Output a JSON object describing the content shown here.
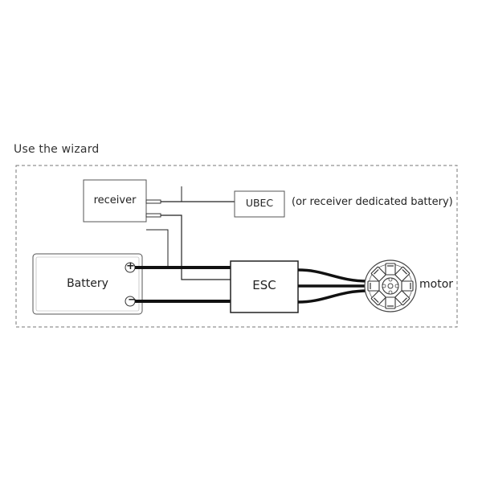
{
  "page": {
    "title": "Use the wizard"
  },
  "components": {
    "receiver": "receiver",
    "ubec": "UBEC",
    "ubec_note": "(or receiver dedicated battery)",
    "battery": "Battery",
    "battery_plus": "+",
    "battery_minus": "−",
    "esc": "ESC",
    "motor": "motor"
  },
  "colors": {
    "line": "#222222",
    "border": "#555555",
    "dash": "#777777"
  }
}
